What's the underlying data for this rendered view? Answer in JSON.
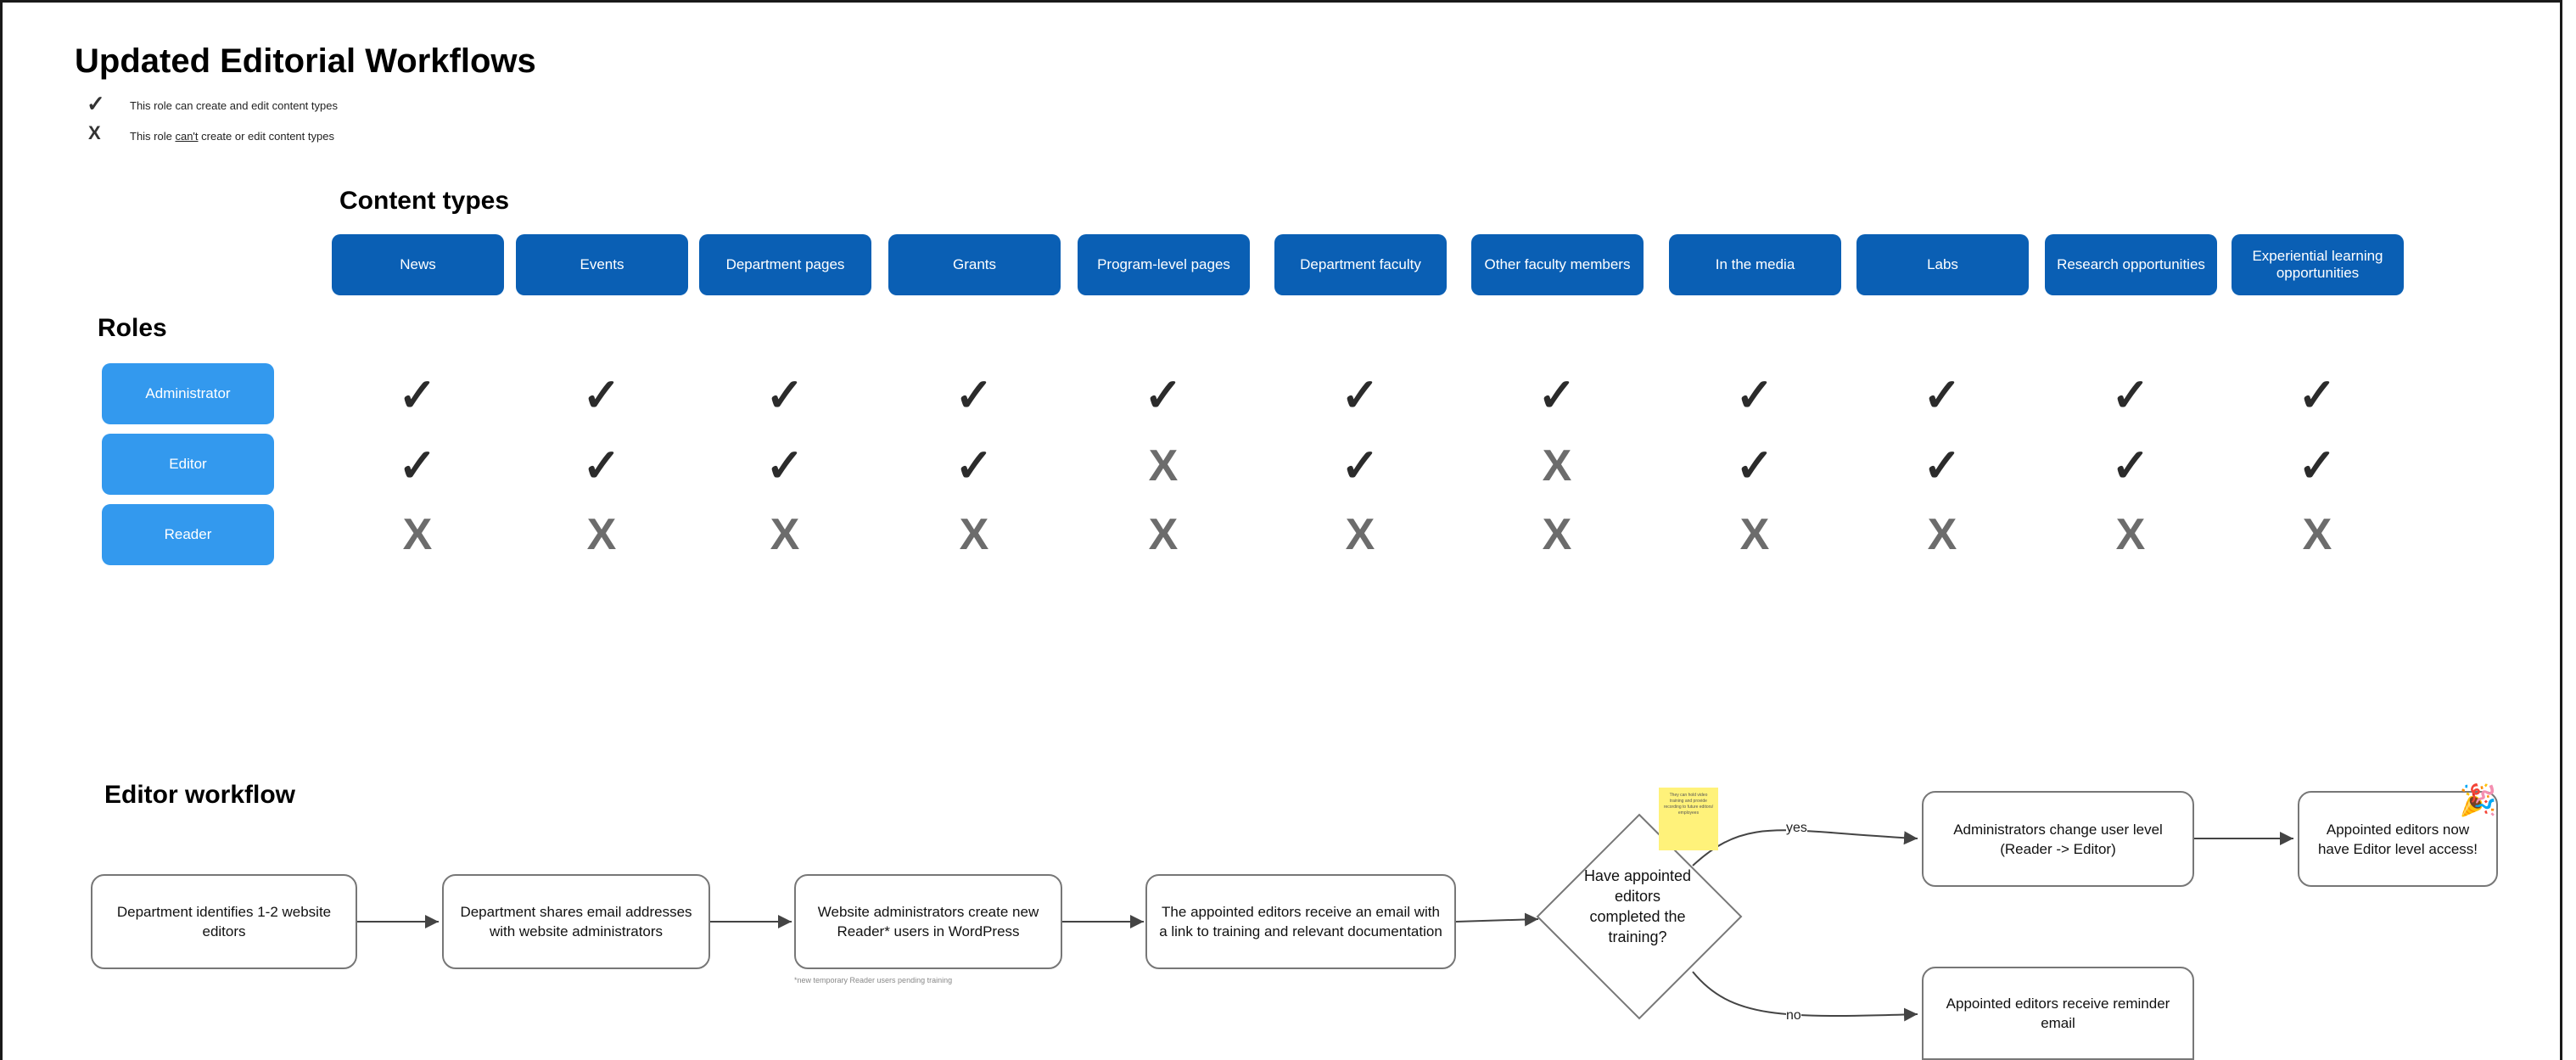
{
  "title": "Updated Editorial Workflows",
  "legend": {
    "can_icon": "✓",
    "can_text": "This role can create and edit content types",
    "cant_icon": "X",
    "cant_text_pre": "This role ",
    "cant_text_underlined": "can't",
    "cant_text_post": " create or edit content types"
  },
  "content_types_heading": "Content types",
  "content_types": [
    "News",
    "Events",
    "Department pages",
    "Grants",
    "Program-level pages",
    "Department faculty",
    "Other faculty members",
    "In the media",
    "Labs",
    "Research opportunities",
    "Experiential learning opportunities"
  ],
  "roles_heading": "Roles",
  "roles": [
    "Administrator",
    "Editor",
    "Reader"
  ],
  "permissions": {
    "Administrator": [
      true,
      true,
      true,
      true,
      true,
      true,
      true,
      true,
      true,
      true,
      true
    ],
    "Editor": [
      true,
      true,
      true,
      true,
      false,
      true,
      false,
      true,
      true,
      true,
      true
    ],
    "Reader": [
      false,
      false,
      false,
      false,
      false,
      false,
      false,
      false,
      false,
      false,
      false
    ]
  },
  "mark_glyphs": {
    "yes": "✓",
    "no": "X"
  },
  "workflow_heading": "Editor workflow",
  "workflow": {
    "step1": "Department identifies 1-2 website editors",
    "step2": "Department shares email addresses with website administrators",
    "step3": "Website administrators create new Reader* users in WordPress",
    "step3_note": "*new temporary Reader users pending training",
    "step4": "The appointed editors receive an email with a link to training and relevant documentation",
    "decision": "Have appointed editors completed the training?",
    "sticky_note": "They can hold video training and provide recording to future editors/ employees",
    "yes_label": "yes",
    "no_label": "no",
    "yes_step": "Administrators change user level (Reader -> Editor)",
    "final_step": "Appointed editors now have Editor level access!",
    "no_step": "Appointed editors receive reminder email"
  },
  "colors": {
    "content_type_bg": "#0a5fb4",
    "role_bg": "#3399ee",
    "sticky": "#fff27a"
  }
}
